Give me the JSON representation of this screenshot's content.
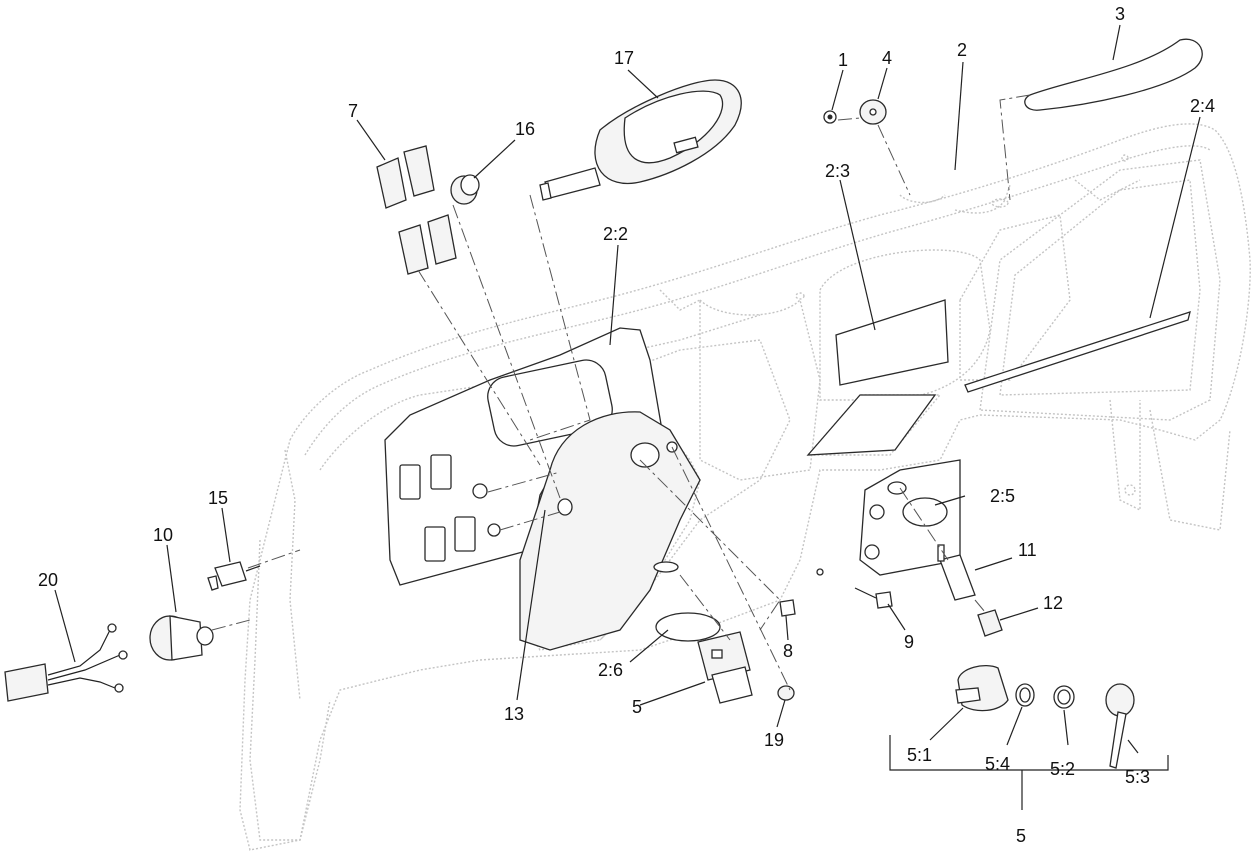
{
  "callouts": {
    "c1": "1",
    "c2": "2",
    "c3": "3",
    "c4": "4",
    "c2_2": "2:2",
    "c2_3": "2:3",
    "c2_4": "2:4",
    "c2_5": "2:5",
    "c2_6": "2:6",
    "c5": "5",
    "c5_1": "5:1",
    "c5_2": "5:2",
    "c5_3": "5:3",
    "c5_4": "5:4",
    "c5_group": "5",
    "c7": "7",
    "c8": "8",
    "c9": "9",
    "c10": "10",
    "c11": "11",
    "c12": "12",
    "c13": "13",
    "c15": "15",
    "c16": "16",
    "c17": "17",
    "c19": "19",
    "c20": "20"
  }
}
